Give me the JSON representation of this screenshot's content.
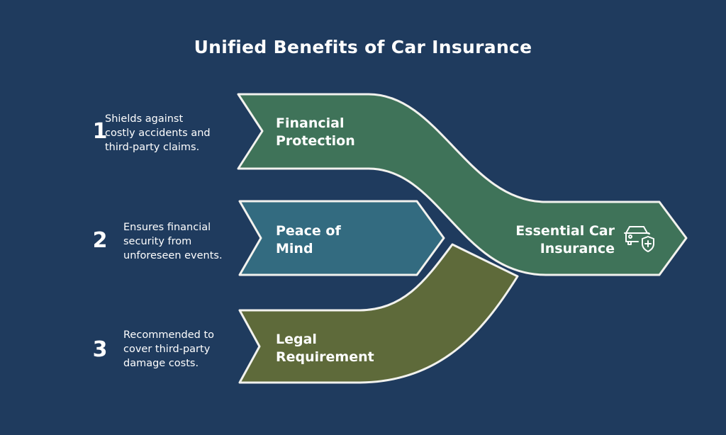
{
  "title": "Unified Benefits of Car Insurance",
  "benefits": [
    {
      "number": "1",
      "label_line1": "Financial",
      "label_line2": "Protection",
      "description": [
        "Shields against",
        "costly accidents and",
        "third-party claims."
      ]
    },
    {
      "number": "2",
      "label_line1": "Peace of",
      "label_line2": "Mind",
      "description": [
        "Ensures financial",
        "security from",
        "unforeseen events."
      ]
    },
    {
      "number": "3",
      "label_line1": "Legal",
      "label_line2": "Requirement",
      "description": [
        "Recommended to",
        "cover third-party",
        "damage costs."
      ]
    }
  ],
  "destination": {
    "line1": "Essential Car",
    "line2": "Insurance",
    "icon": "car-shield-icon"
  },
  "colors": {
    "background": "#1f3b5e",
    "green": "#3f7359",
    "teal": "#336b80",
    "olive": "#5e6a3a",
    "outline": "#f2f2ee"
  }
}
